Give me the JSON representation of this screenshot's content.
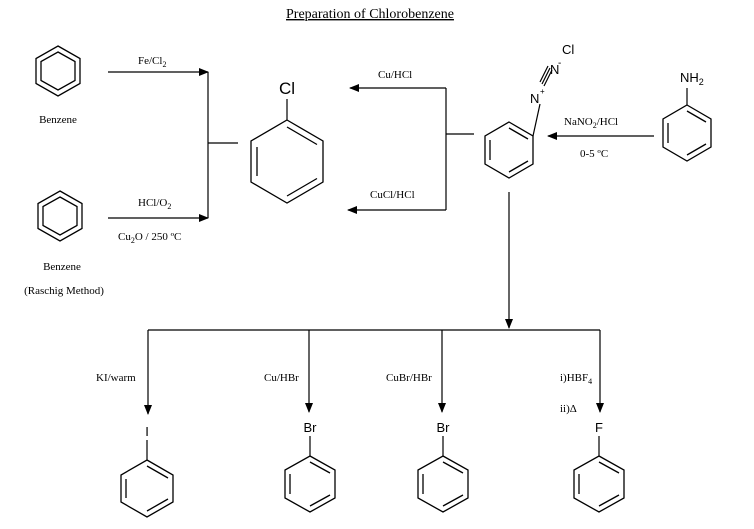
{
  "title": "Preparation of Chlorobenzene",
  "reagents": {
    "fe_cl2": "Fe/Cl",
    "fe_cl2_sub": "2",
    "hcl_o2": "HCl/O",
    "hcl_o2_sub": "2",
    "cu2o_a": "Cu",
    "cu2o_sub": "2",
    "cu2o_b": "O / 250 ºC",
    "cu_hcl": "Cu/HCl",
    "cucl_hcl": "CuCl/HCl",
    "nano2_a": "NaNO",
    "nano2_sub": "2",
    "nano2_b": "/HCl",
    "temp": "0-5 ºC",
    "ki_warm": "KI/warm",
    "cu_hbr": "Cu/HBr",
    "cubr_hbr": "CuBr/HBr",
    "hbf4_a": "i)HBF",
    "hbf4_sub": "4",
    "heat": "ii)Δ"
  },
  "compounds": {
    "benzene_1": "Benzene",
    "benzene_2": "Benzene",
    "raschig": "(Raschig Method)"
  },
  "atoms": {
    "cl_product": "Cl",
    "diazo_cl": "Cl",
    "diazo_n1": "N",
    "diazo_n2": "N",
    "diazo_plus": "+",
    "diazo_minus": "-",
    "nh2_a": "NH",
    "nh2_sub": "2",
    "iodo": "I",
    "bromo_1": "Br",
    "bromo_2": "Br",
    "fluoro": "F"
  }
}
